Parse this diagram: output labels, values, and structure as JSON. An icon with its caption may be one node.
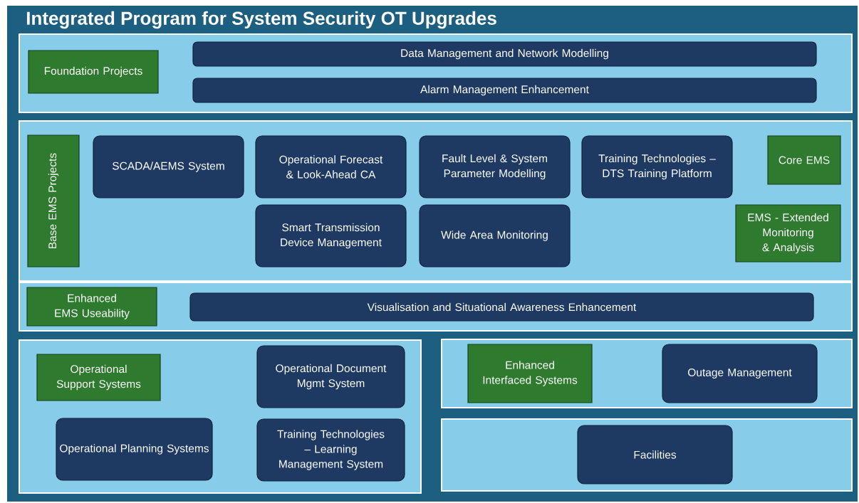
{
  "diagram": {
    "nodes": [
      {
        "text": [
          "Integrated Program for System Security OT Upgrades"
        ]
      },
      {
        "text": [],
        "shape": "box",
        "in": 0
      },
      {
        "text": [
          "Foundation Projects"
        ],
        "in": 1
      },
      {
        "text": [
          "Data Management and Network Modelling"
        ],
        "in": 1
      },
      {
        "text": [
          "Alarm Management Enhancement"
        ],
        "in": 1
      },
      {
        "text": [],
        "shape": "box",
        "in": 0
      },
      {
        "text": [
          "Base EMS Projects"
        ],
        "in": 5
      },
      {
        "text": [
          "SCADA/AEMS System"
        ],
        "in": 5
      },
      {
        "text": [
          "Operational Forecast & Look-Ahead CA"
        ],
        "in": 5
      },
      {
        "text": [
          "Fault Level & System Parameter Modelling"
        ],
        "in": 5
      },
      {
        "text": [
          "Training Technologies – DTS Training Platform"
        ],
        "in": 5
      },
      {
        "text": [
          "Core EMS"
        ],
        "in": 5
      },
      {
        "text": [
          "Smart Transmission Device Management"
        ],
        "in": 5
      },
      {
        "text": [
          "Wide Area Monitoring"
        ],
        "in": 5
      },
      {
        "text": [
          "EMS - Extended Monitoring & Analysis"
        ],
        "in": 5
      },
      {
        "text": [],
        "shape": "box",
        "in": 0
      },
      {
        "text": [
          "Enhanced EMS Useability"
        ],
        "in": 15
      },
      {
        "text": [
          "Visualisation and Situational Awareness Enhancement"
        ],
        "in": 15
      },
      {
        "text": [],
        "shape": "box",
        "in": 0
      },
      {
        "text": [
          "Operational Support Systems"
        ],
        "in": 18
      },
      {
        "text": [
          "Operational Document Mgmt System"
        ],
        "in": 18
      },
      {
        "text": [
          "Operational Planning Systems"
        ],
        "in": 18
      },
      {
        "text": [
          "Training Technologies – Learning Management System"
        ],
        "in": 18
      },
      {
        "text": [],
        "shape": "box",
        "in": 0
      },
      {
        "text": [
          "Enhanced Interfaced Systems"
        ],
        "in": 23
      },
      {
        "text": [
          "Outage Management"
        ],
        "in": 23
      },
      {
        "text": [],
        "shape": "box",
        "in": 0
      },
      {
        "text": [
          "Facilities"
        ],
        "in": 26
      }
    ]
  }
}
